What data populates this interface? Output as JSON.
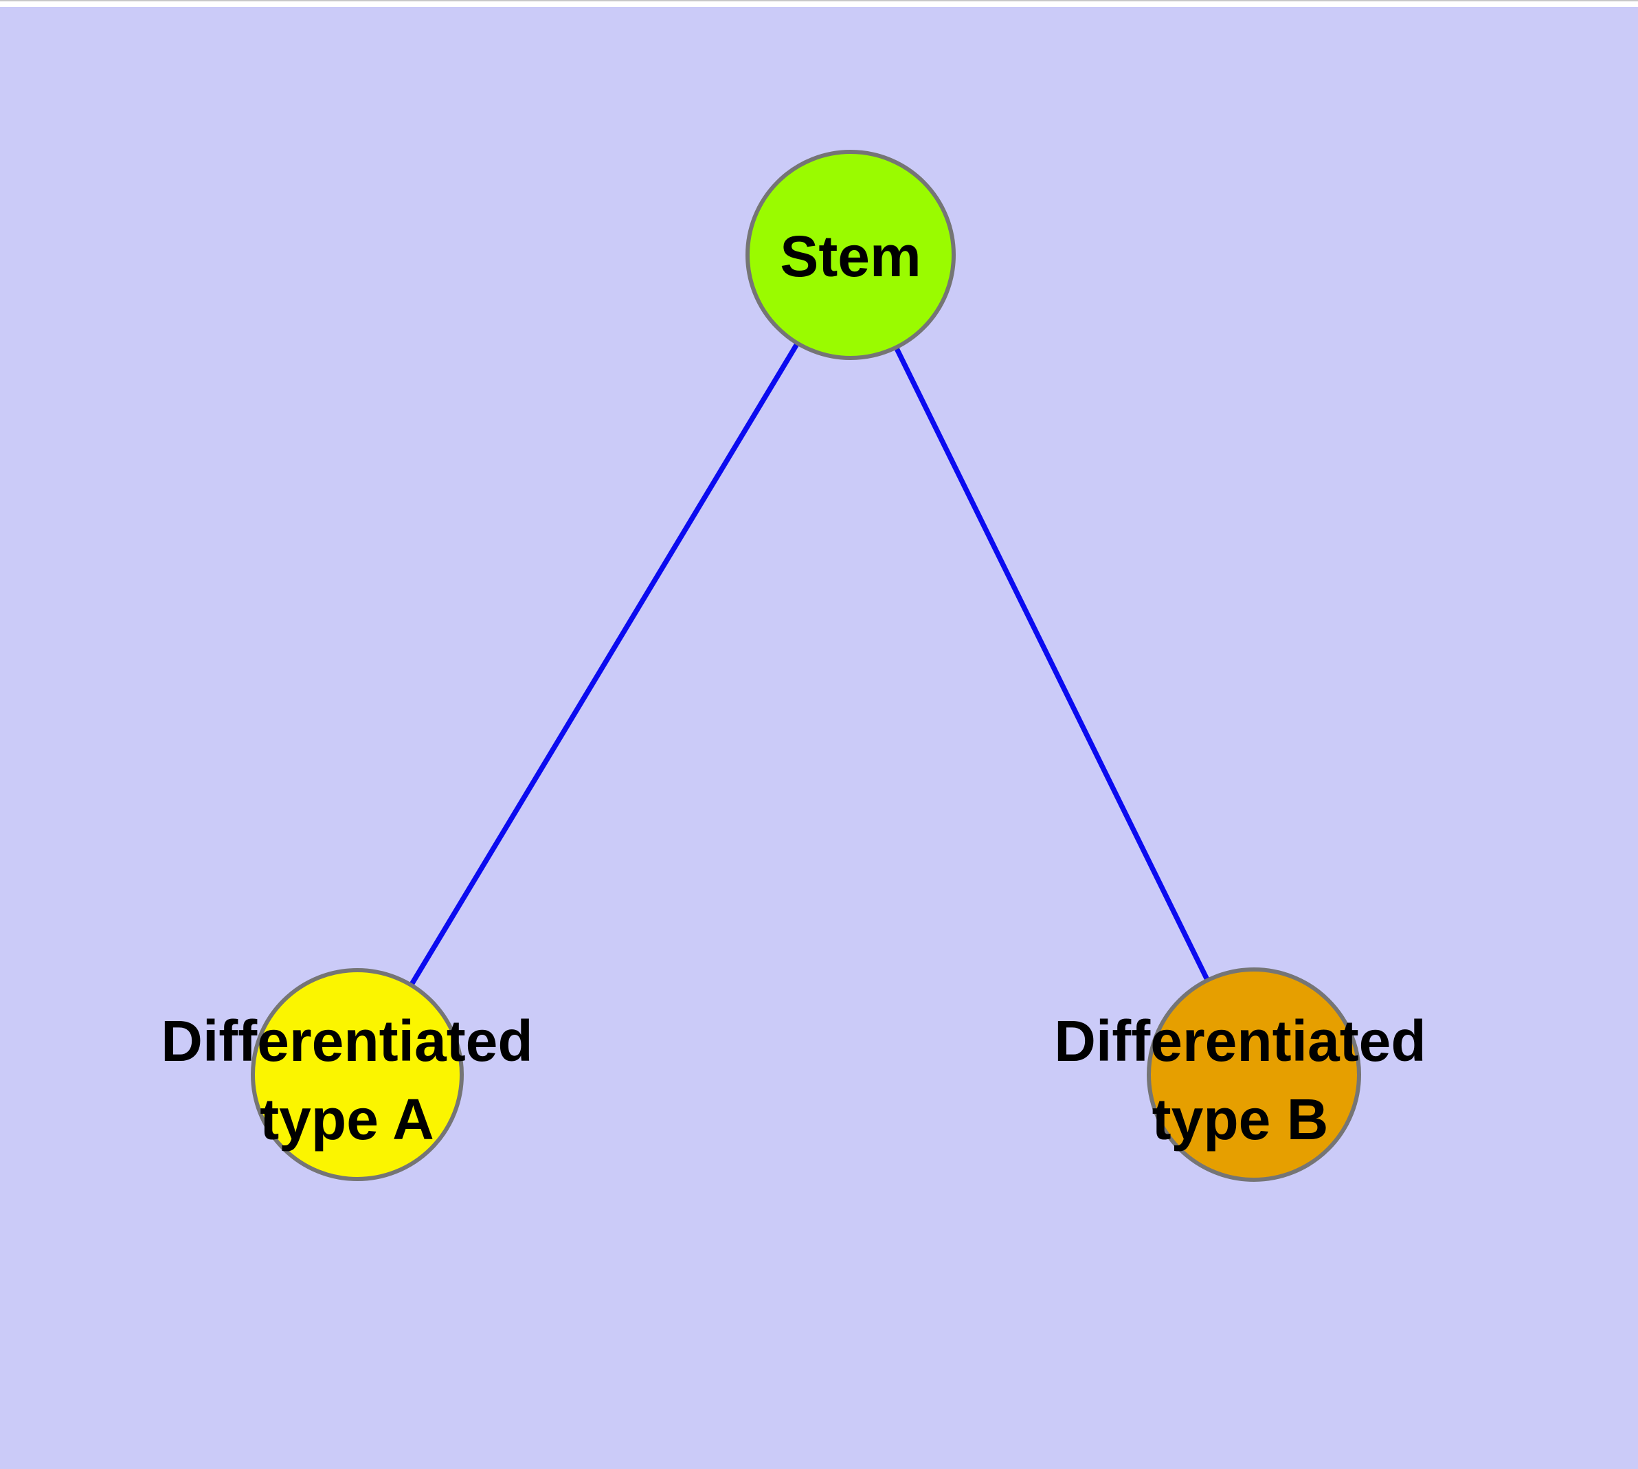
{
  "diagram": {
    "type": "node-link-graph",
    "background_color": "#CBCBF8",
    "node_border_color": "#757575",
    "label_color": "#000000",
    "nodes": {
      "stem": {
        "label": "Stem",
        "color": "#9AFB00"
      },
      "type_a": {
        "label": "Differentiated\ntype A",
        "color": "#FBF500"
      },
      "type_b": {
        "label": "Differentiated\ntype B",
        "color": "#E69F00"
      }
    },
    "edges": {
      "color": "#0B0BF0",
      "list": [
        {
          "from": "stem",
          "to": "type_a"
        },
        {
          "from": "stem",
          "to": "type_b"
        }
      ]
    }
  }
}
